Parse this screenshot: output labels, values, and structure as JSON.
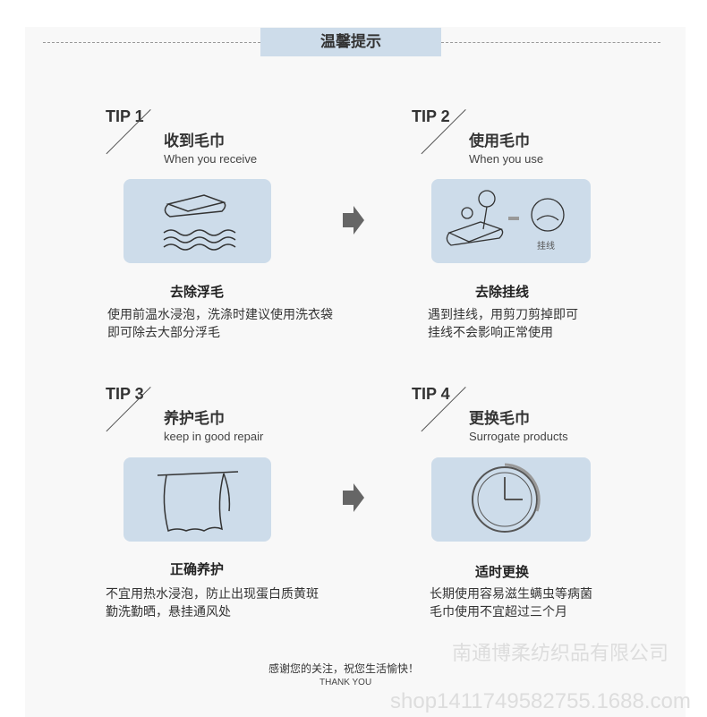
{
  "header": {
    "title": "温馨提示"
  },
  "tips": [
    {
      "label": "TIP 1",
      "title": "收到毛巾",
      "subtitle": "When you receive",
      "heading": "去除浮毛",
      "desc": [
        "使用前温水浸泡，洗涤时建议使用洗衣袋",
        "即可除去大部分浮毛"
      ],
      "icon": "towel-water-icon"
    },
    {
      "label": "TIP 2",
      "title": "使用毛巾",
      "subtitle": "When you use",
      "heading": "去除挂线",
      "desc": [
        "遇到挂线，用剪刀剪掉即可",
        "挂线不会影响正常使用"
      ],
      "icon": "scissors-thread-icon",
      "image_caption": "挂线"
    },
    {
      "label": "TIP 3",
      "title": "养护毛巾",
      "subtitle": "keep in good repair",
      "heading": "正确养护",
      "desc": [
        "不宜用热水浸泡，防止出现蛋白质黄斑",
        "勤洗勤晒，悬挂通风处"
      ],
      "icon": "hanging-towel-icon"
    },
    {
      "label": "TIP 4",
      "title": "更换毛巾",
      "subtitle": "Surrogate products",
      "heading": "适时更换",
      "desc": [
        "长期使用容易滋生螨虫等病菌",
        "毛巾使用不宜超过三个月"
      ],
      "icon": "clock-icon"
    }
  ],
  "footer": {
    "thanks": "感谢您的关注，祝您生活愉快！",
    "thank_you": "THANK YOU"
  },
  "watermark": {
    "company": "南通博柔纺织品有限公司",
    "url": "shop1411749582755.1688.com"
  },
  "colors": {
    "banner": "#cddcea",
    "box": "#cddcea",
    "arrow": "#666666"
  }
}
